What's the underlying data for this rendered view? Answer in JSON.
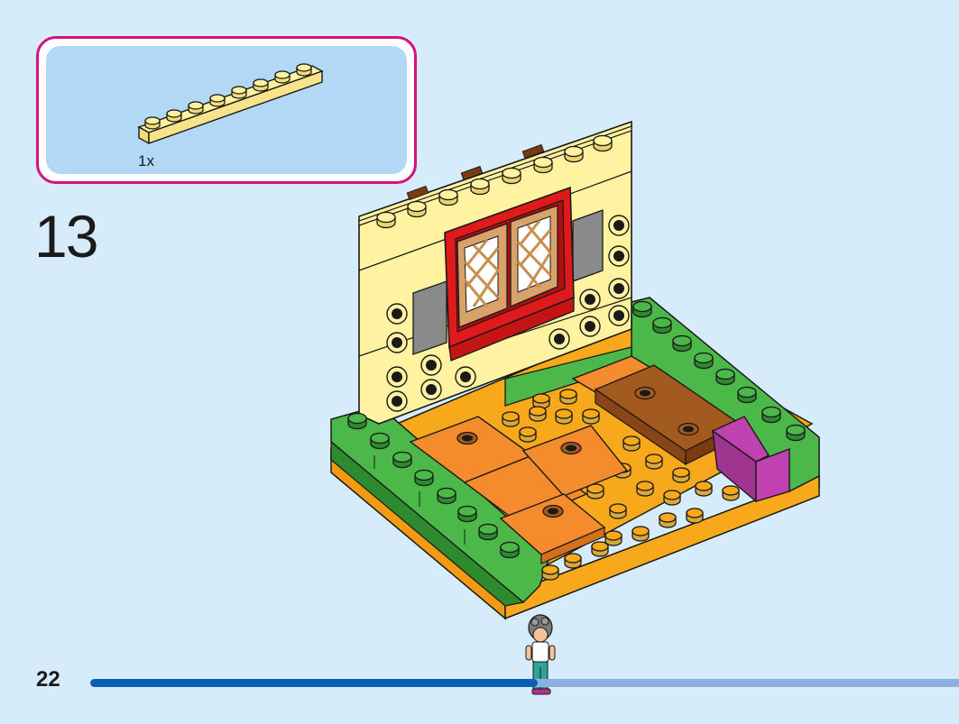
{
  "parts_callout": {
    "part_name_icon": "yellow-1x8-plate-icon",
    "quantity": "1x"
  },
  "step": {
    "number": "13"
  },
  "footer": {
    "page_number": "22",
    "progress": 0.515
  },
  "colors": {
    "callout_border": "#d4147a",
    "callout_bg": "#b3d8f5",
    "page_bg": "#d6ecfa",
    "progress_fill": "#0a5fb4",
    "progress_track": "#8cb0e0"
  }
}
